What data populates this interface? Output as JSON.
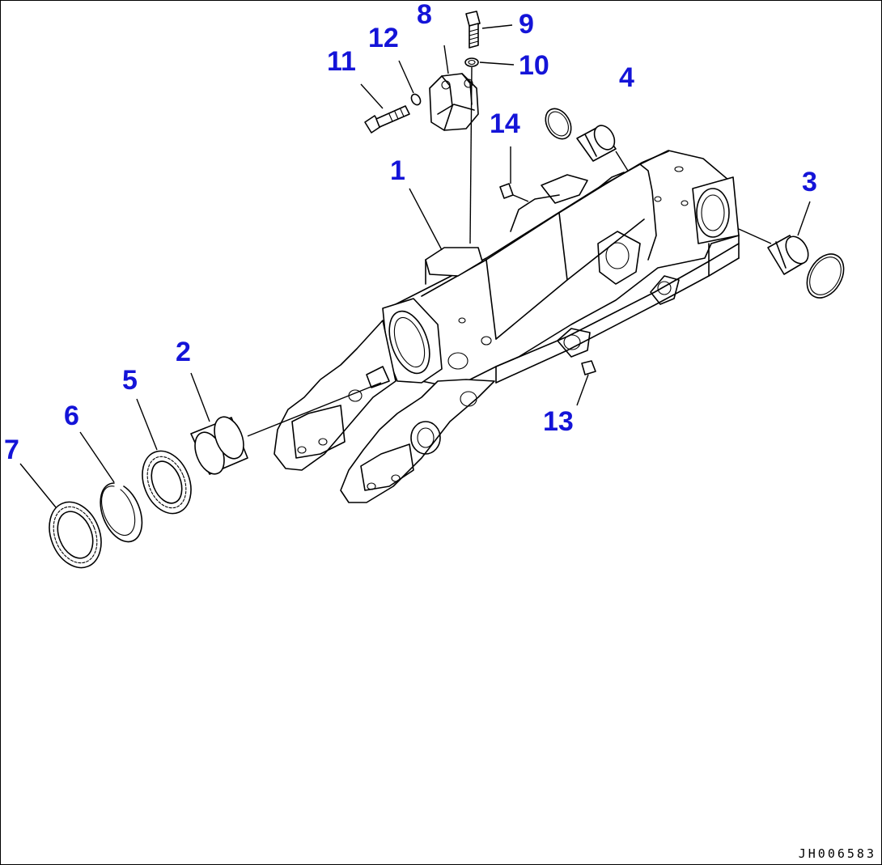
{
  "figure_code": "JH006583",
  "callouts": {
    "c1": "1",
    "c2": "2",
    "c3": "3",
    "c4": "4",
    "c5": "5",
    "c6": "6",
    "c7": "7",
    "c8": "8",
    "c9": "9",
    "c10": "10",
    "c11": "11",
    "c12": "12",
    "c13": "13",
    "c14": "14"
  },
  "colors": {
    "callout": "#1414d8",
    "line": "#000000",
    "background": "#ffffff"
  }
}
